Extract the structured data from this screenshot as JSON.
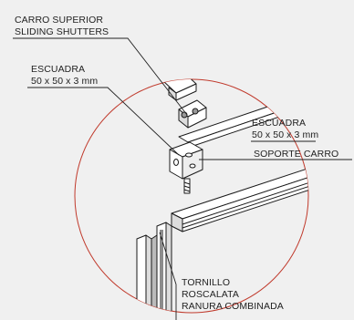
{
  "labels": {
    "carro_superior": {
      "line1": "CARRO SUPERIOR",
      "line2": "SLIDING SHUTTERS"
    },
    "escuadra_left": {
      "line1": "ESCUADRA",
      "line2": "50 x 50 x 3 mm"
    },
    "escuadra_right": {
      "line1": "ESCUADRA",
      "line2": "50 x 50 x 3 mm"
    },
    "soporte_carro": {
      "line1": "SOPORTE CARRO"
    },
    "tornillo": {
      "line1": "TORNILLO",
      "line2": "ROSCALATA",
      "line3": "RANURA COMBINADA"
    }
  },
  "colors": {
    "background": "#f0f0f0",
    "detail_circle": "#c0392b",
    "leader_lines": "#222222",
    "drawing_stroke": "#1a1a1a",
    "profile_fill": "#ffffff"
  }
}
